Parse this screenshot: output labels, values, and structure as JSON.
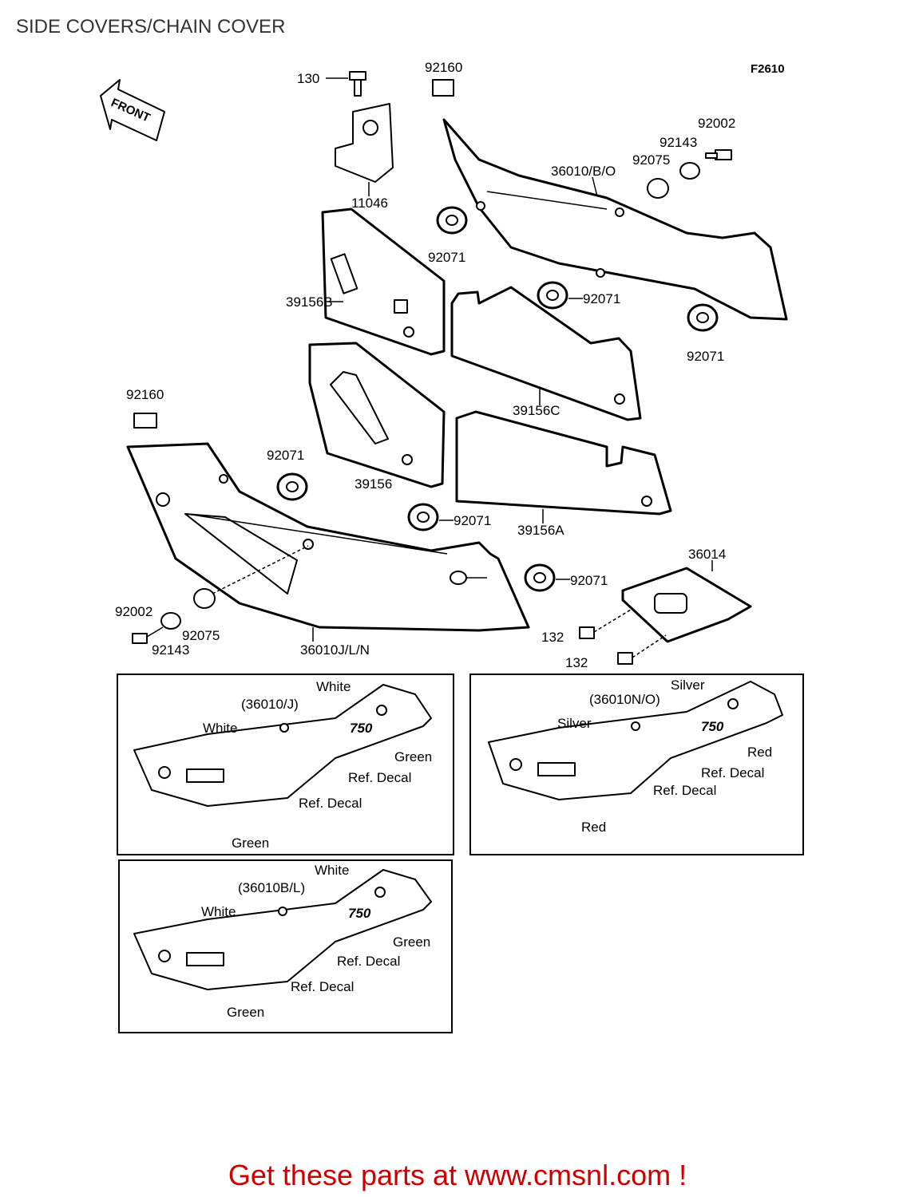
{
  "title": "SIDE COVERS/CHAIN COVER",
  "figure_code": "F2610",
  "front_label": "FRONT",
  "parts": {
    "p130": "130",
    "p92160_top": "92160",
    "p11046": "11046",
    "p92002_top": "92002",
    "p92143_top": "92143",
    "p92075_top": "92075",
    "p36010_bo": "36010/B/O",
    "p92071_a": "92071",
    "p92071_b": "92071",
    "p92071_c": "92071",
    "p39156b": "39156B",
    "p39156c": "39156C",
    "p92160_left": "92160",
    "p92071_d": "92071",
    "p39156": "39156",
    "p92071_e": "92071",
    "p39156a": "39156A",
    "p36014": "36014",
    "p92071_f": "92071",
    "p92002_bot": "92002",
    "p92075_bot": "92075",
    "p92143_bot": "92143",
    "p36010_jln": "36010J/L/N",
    "p132_a": "132",
    "p132_b": "132"
  },
  "variants": [
    {
      "model": "(36010/J)",
      "labels": [
        "White",
        "White",
        "Green",
        "Ref. Decal",
        "Ref. Decal",
        "Green"
      ]
    },
    {
      "model": "(36010N/O)",
      "labels": [
        "Silver",
        "Silver",
        "Red",
        "Ref. Decal",
        "Ref. Decal",
        "Red"
      ]
    },
    {
      "model": "(36010B/L)",
      "labels": [
        "White",
        "White",
        "Green",
        "Ref. Decal",
        "Ref. Decal",
        "Green"
      ]
    }
  ],
  "emblem": "750",
  "footer": "Get these parts at www.cmsnl.com !"
}
